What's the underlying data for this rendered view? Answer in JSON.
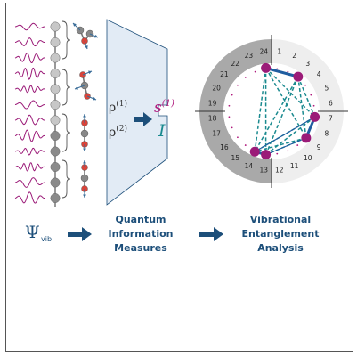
{
  "psi_label": "Ψ",
  "psi_subscript": "vib",
  "rho1": {
    "base": "ρ",
    "sup": "(1)"
  },
  "rho2": {
    "base": "ρ",
    "sup": "(2)"
  },
  "s1": {
    "base": "s",
    "sup": "(1)"
  },
  "mutual_info": "I",
  "caption_middle": [
    "Quantum",
    "Information",
    "Measures"
  ],
  "caption_right": [
    "Vibrational",
    "Entanglement",
    "Analysis"
  ],
  "mode_labels": [
    "1",
    "2",
    "3",
    "4",
    "5",
    "6",
    "7",
    "8",
    "9",
    "10",
    "11",
    "12",
    "13",
    "14",
    "15",
    "16",
    "17",
    "18",
    "19",
    "20",
    "21",
    "22",
    "23",
    "24"
  ],
  "highlight_modes": [
    "3",
    "7",
    "9",
    "13",
    "14",
    "24"
  ],
  "colors": {
    "arrow": "#1d4f7a",
    "node": "#9b1b78",
    "strong_link": "#1f5da0",
    "dashed_link": "#1a8a8f",
    "teal_text": "#1a8a8f",
    "magenta_text": "#b0197d",
    "funnel": "#e2ebf5"
  }
}
